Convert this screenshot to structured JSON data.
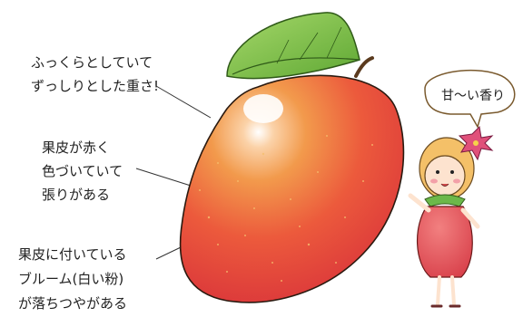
{
  "callouts": [
    {
      "lines": [
        "ふっくらとしていて",
        "ずっしりとした重さ!"
      ]
    },
    {
      "lines": [
        "果皮が赤く",
        "色づいていて",
        "張りがある"
      ]
    },
    {
      "lines": [
        "果皮に付いている",
        "ブルーム(白い粉)",
        "が落ちつやがある"
      ]
    }
  ],
  "speech_bubble": {
    "text": "甘〜い香り"
  },
  "colors": {
    "mango_red": "#e8403a",
    "mango_orange": "#f08a3a",
    "leaf_green": "#7cc04a",
    "flower_pink": "#e0507a",
    "dress_red": "#e2505a"
  }
}
